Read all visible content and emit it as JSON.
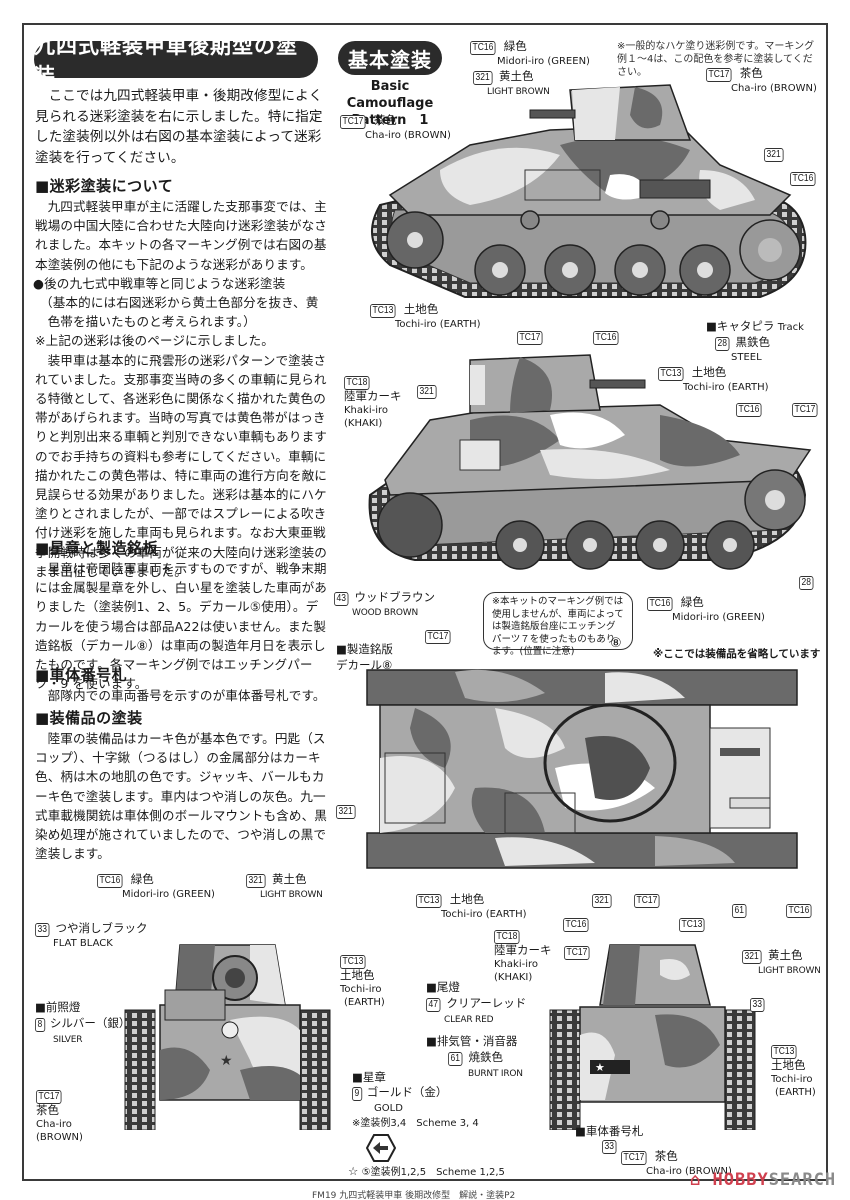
{
  "page": {
    "left_title": "九四式軽装甲車後期型の塗装",
    "intro": "ここでは九四式軽装甲車・後期改修型によく見られる迷彩塗装を右に示しました。特に指定した塗装例以外は右図の基本塗装によって迷彩塗装を行ってください。",
    "sections": [
      {
        "heading": "■迷彩塗装について",
        "paragraphs": [
          "九四式軽装甲車が主に活躍した支那事変では、主戦場の中国大陸に合わせた大陸向け迷彩塗装がなされました。本キットの各マーキング例では右図の基本塗装例の他にも下記のような迷彩があります。"
        ],
        "bullet": "●後の九七式中戦車等と同じような迷彩塗装",
        "bullet_note": "（基本的には右図迷彩から黄土色部分を抜き、黄色帯を描いたものと考えられます。）",
        "ref_note": "※上記の迷彩は後のページに示しました。",
        "paragraphs2": [
          "装甲車は基本的に飛雲形の迷彩パターンで塗装されていました。支那事変当時の多くの車輌に見られる特徴として、各迷彩色に関係なく描かれた黄色の帯があげられます。当時の写真では黄色帯がはっきりと判別出来る車輌と判別できない車輌もありますのでお手持ちの資料も参考にしてください。車輌に描かれたこの黄色帯は、特に車両の進行方向を敵に見誤らせる効果がありました。迷彩は基本的にハケ塗りとされましたが、一部ではスプレーによる吹き付け迷彩を施した車両も見られます。なお大東亜戦争開戦時は多くの車両が従来の大陸向け迷彩塗装のまま出征していきました。"
        ]
      },
      {
        "heading": "■星章と製造銘板",
        "paragraphs": [
          "星章は帝国陸軍車両を示すものですが、戦争末期には金属製星章を外し、白い星を塗装した車両がありました（塗装例1、2、5。デカール⑤使用）。デカールを使う場合は部品A22は使いません。また製造銘板（デカール⑧）は車両の製造年月日を表示したものです。各マーキング例ではエッチングパーツ・9 を使います。"
        ]
      },
      {
        "heading": "■車体番号札",
        "paragraphs": [
          "部隊内での車両番号を示すのが車体番号札です。"
        ]
      },
      {
        "heading": "■装備品の塗装",
        "paragraphs": [
          "陸軍の装備品はカーキ色が基本色です。円匙（スコップ）、十字鍬（つるはし）の金属部分はカーキ色、柄は木の地肌の色です。ジャッキ、バールもカーキ色で塗装します。車内はつや消しの灰色。九一式車載機関銃は車体側のボールマウントも含め、黒染め処理が施されていましたので、つや消しの黒で塗装します。"
        ]
      }
    ],
    "basic": {
      "title_jp": "基本塗装",
      "title_en_1": "Basic Camouflage",
      "title_en_2": "Pattern　1",
      "note": "※一般的なハケ塗り迷彩例です。マーキング例１～4は、この配色を参考に塗装してください。"
    },
    "side1_labels": {
      "tc16": {
        "code": "TC16",
        "jp": "緑色",
        "en": "Midori-iro (GREEN)"
      },
      "c321": {
        "code": "321",
        "jp": "黄土色",
        "en": "LIGHT BROWN"
      },
      "tc17_turret": {
        "code": "TC17",
        "jp": "茶色",
        "en": "Cha-iro (BROWN)"
      },
      "tc17_hull": {
        "code": "TC17",
        "jp": "茶色",
        "en": "Cha-iro (BROWN)"
      },
      "c321_rear": {
        "code": "321"
      },
      "tc16_rear": {
        "code": "TC16"
      },
      "tc13": {
        "code": "TC13",
        "jp": "土地色",
        "en": "Tochi-iro (EARTH)"
      },
      "track_heading": "■キャタピラ",
      "track_en": "Track",
      "c28": {
        "code": "28",
        "jp": "黒鉄色",
        "en": "STEEL"
      }
    },
    "side2_labels": {
      "tc17": {
        "code": "TC17"
      },
      "tc16": {
        "code": "TC16"
      },
      "tc18": {
        "code": "TC18",
        "jp": "陸軍カーキ",
        "en1": "Khaki-iro",
        "en2": "(KHAKI)"
      },
      "c321": {
        "code": "321"
      },
      "tc13": {
        "code": "TC13",
        "jp": "土地色",
        "en": "Tochi-iro (EARTH)"
      },
      "tc16_rear": {
        "code": "TC16"
      },
      "tc17_rear": {
        "code": "TC17"
      },
      "c28": {
        "code": "28"
      },
      "c43": {
        "code": "43",
        "jp": "ウッドブラウン",
        "en": "WOOD BROWN"
      }
    },
    "top_labels": {
      "callout": "※本キットのマーキング例では使用しませんが、車両によっては製造銘版台座にエッチングパーツ７を使ったものもあります。(位置に注意)",
      "callout_ref": "⑧",
      "tc16": {
        "code": "TC16",
        "jp": "緑色",
        "en": "Midori-iro (GREEN)"
      },
      "omit_note": "※ここでは装備品を省略しています",
      "plate_heading": "■製造銘版",
      "plate_decal": "デカール⑧",
      "tc17": {
        "code": "TC17"
      },
      "c321_left": {
        "code": "321"
      },
      "tc13": {
        "code": "TC13",
        "jp": "土地色",
        "en": "Tochi-iro (EARTH)"
      },
      "c321_bottom": {
        "code": "321"
      },
      "tc17_bottom": {
        "code": "TC17"
      },
      "c61": {
        "code": "61"
      },
      "tc16_bottom": {
        "code": "TC16"
      }
    },
    "front_labels": {
      "tc16": {
        "code": "TC16",
        "jp": "緑色",
        "en": "Midori-iro (GREEN)"
      },
      "c321": {
        "code": "321",
        "jp": "黄土色",
        "en": "LIGHT BROWN"
      },
      "c33": {
        "code": "33",
        "jp": "つや消しブラック",
        "en": "FLAT BLACK"
      },
      "tc13": {
        "code": "TC13",
        "jp": "土地色",
        "en1": "Tochi-iro",
        "en2": "(EARTH)"
      },
      "headlight_heading": "■前照燈",
      "c8": {
        "code": "8",
        "jp": "シルバー（銀）",
        "en": "SILVER"
      },
      "tc17": {
        "code": "TC17",
        "jp": "茶色",
        "en1": "Cha-iro",
        "en2": "(BROWN)"
      },
      "star_heading": "■星章",
      "c9": {
        "code": "9",
        "jp": "ゴールド（金）",
        "en": "GOLD"
      },
      "scheme34": "※塗装例3,4　Scheme 3, 4",
      "scheme125": "⑤塗装例1,2,5　Scheme 1,2,5"
    },
    "rear_labels": {
      "tc16": {
        "code": "TC16"
      },
      "tc13_top": {
        "code": "TC13"
      },
      "tc18": {
        "code": "TC18",
        "jp": "陸軍カーキ",
        "en1": "Khaki-iro",
        "en2": "(KHAKI)"
      },
      "tc17": {
        "code": "TC17"
      },
      "c321": {
        "code": "321",
        "jp": "黄土色",
        "en": "LIGHT BROWN"
      },
      "taillight_heading": "■尾燈",
      "c47": {
        "code": "47",
        "jp": "クリアーレッド",
        "en": "CLEAR RED"
      },
      "c33": {
        "code": "33"
      },
      "exhaust_heading": "■排気管・消音器",
      "c61": {
        "code": "61",
        "jp": "焼鉄色",
        "en": "BURNT IRON"
      },
      "tc13": {
        "code": "TC13",
        "jp": "土地色",
        "en1": "Tochi-iro",
        "en2": "(EARTH)"
      },
      "number_plate_heading": "■車体番号札",
      "c33_plate": {
        "code": "33"
      },
      "tc17_bottom": {
        "code": "TC17",
        "jp": "茶色",
        "en": "Cha-iro (BROWN)"
      }
    },
    "footer": "FM19 九四式軽装甲車 後期改修型　解説・塗装P2",
    "watermark": "HOBBY SEARCH",
    "colors": {
      "camo_light": "#e6e6e6",
      "camo_mid": "#a9a9a9",
      "camo_dark": "#6a6a6a",
      "camo_darkest": "#505050",
      "track": "#3a3a3a",
      "watermark_red": "#d0404f",
      "watermark_gray": "#8a8a8a"
    }
  }
}
